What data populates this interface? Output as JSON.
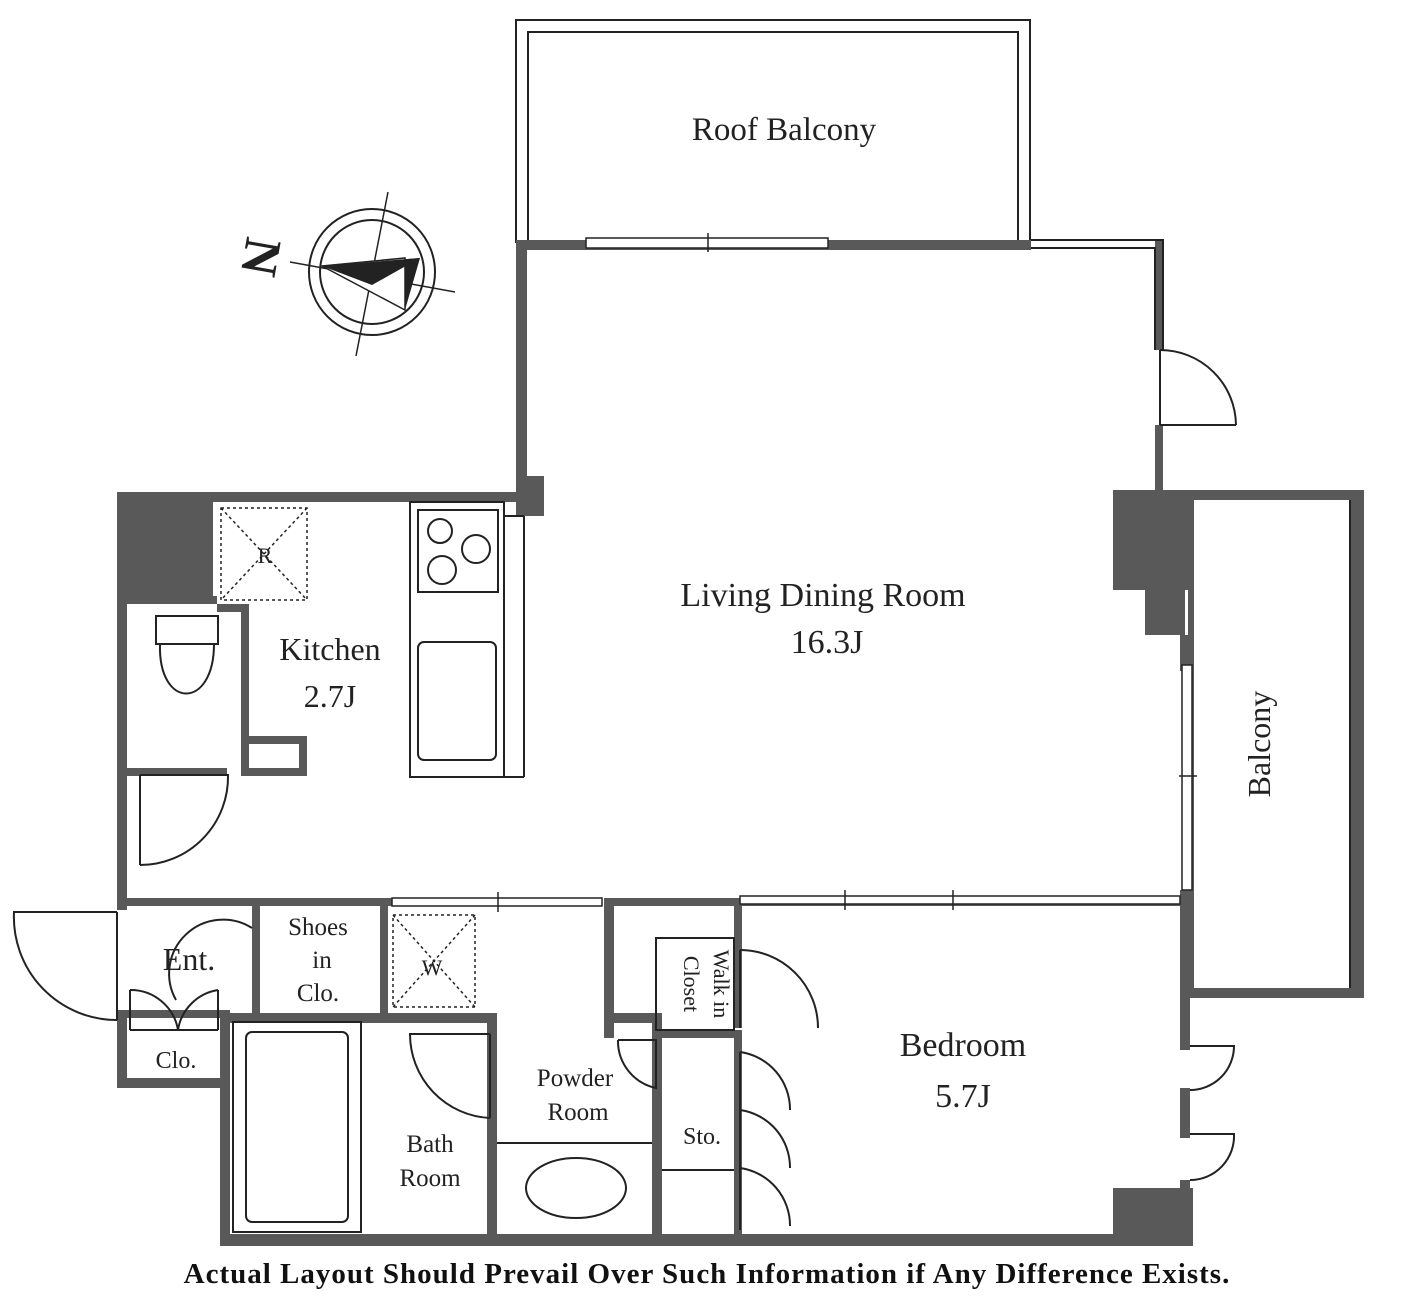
{
  "compass": {
    "letter": "N"
  },
  "rooms": {
    "roof_balcony": "Roof Balcony",
    "living": {
      "name": "Living Dining Room",
      "size": "16.3J"
    },
    "kitchen": {
      "name": "Kitchen",
      "size": "2.7J"
    },
    "balcony": "Balcony",
    "entrance": "Ent.",
    "shoes": [
      "Shoes",
      "in",
      "Clo."
    ],
    "closet": "Clo.",
    "washer": "W",
    "fridge": "R",
    "walk_in": [
      "Walk in",
      "Closet"
    ],
    "powder": [
      "Powder",
      "Room"
    ],
    "bath": [
      "Bath",
      "Room"
    ],
    "storage": "Sto.",
    "bedroom": {
      "name": "Bedroom",
      "size": "5.7J"
    }
  },
  "disclaimer": "Actual Layout Should Prevail Over Such Information if Any Difference Exists.",
  "colors": {
    "wall": "#595959",
    "line": "#222222",
    "background": "#ffffff"
  }
}
